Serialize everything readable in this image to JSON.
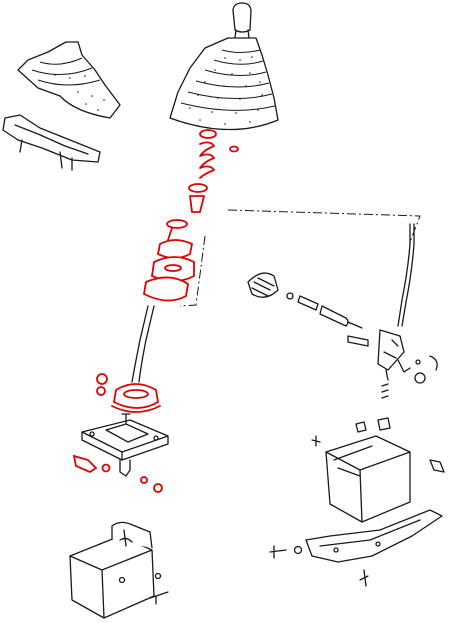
{
  "diagram": {
    "style": "exploded parts diagram (line art)",
    "highlight_color": "#e00000",
    "ink_color": "#1a1a1a",
    "background": "#ffffff",
    "parts": [
      {
        "id": "shift-knob",
        "highlighted": false
      },
      {
        "id": "large-shift-boot",
        "highlighted": false
      },
      {
        "id": "small-boot",
        "highlighted": false
      },
      {
        "id": "boot-retaining-frame",
        "highlighted": false
      },
      {
        "id": "spring-stack",
        "highlighted": true
      },
      {
        "id": "bushing-set",
        "highlighted": true
      },
      {
        "id": "shift-lever-rod",
        "highlighted": false
      },
      {
        "id": "ball-socket-assembly",
        "highlighted": true
      },
      {
        "id": "lever-base-plate",
        "highlighted": false
      },
      {
        "id": "lower-fasteners",
        "highlighted": true
      },
      {
        "id": "left-housing",
        "highlighted": false
      },
      {
        "id": "remote-linkage",
        "highlighted": false
      },
      {
        "id": "right-housing",
        "highlighted": false
      },
      {
        "id": "mounting-bracket",
        "highlighted": false
      }
    ]
  }
}
